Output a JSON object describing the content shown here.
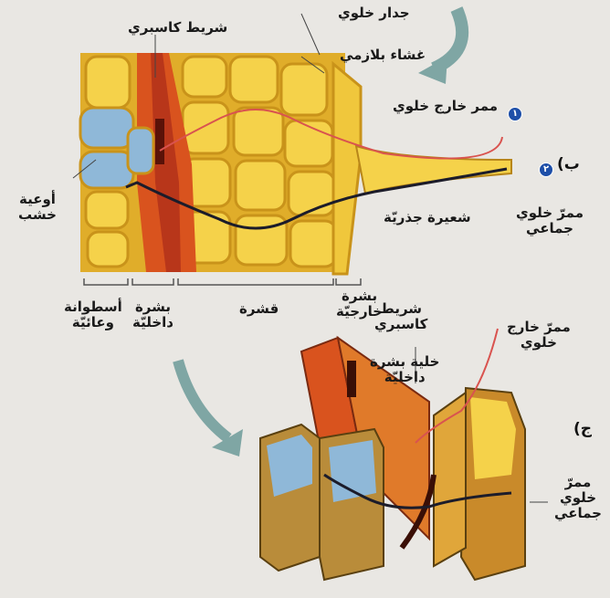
{
  "panel_b": {
    "tag": "(ب",
    "labels": {
      "casparian_strip": "شريط كاسبري",
      "cell_wall": "جدار خلوي",
      "plasma_membrane": "غشاء بلازمي",
      "extracellular_path": "ممر خارج خلوي",
      "xylem_vessels": "أوعية\nخشب",
      "root_hair": "شعيرة جذريّة",
      "symplast_path": "ممرّ خلوي\nجماعي",
      "stele": "أسطوانة\nوعائيّة",
      "endodermis": "بشرة\nداخليّة",
      "cortex": "قشرة",
      "epidermis": "بشرة\nخارجيّة"
    },
    "markers": [
      "١",
      "٢"
    ]
  },
  "panel_c": {
    "tag": "(ج",
    "labels": {
      "casparian_strip": "شريط\nكاسبري",
      "endodermis_cell": "خلية بشرة\nداخليّة",
      "extracellular_path": "ممرّ خارج\nخلوي",
      "symplast_path": "ممرّ خلوي\nجماعي"
    }
  },
  "colors": {
    "background": "#e9e7e3",
    "cell_fill": "#f2c93c",
    "cell_wall": "#d9a21f",
    "endodermis": "#d9531e",
    "xylem": "#8fb8d8",
    "symplast_line": "#1c1c2a",
    "apoplast_line": "#d9534f"
  }
}
